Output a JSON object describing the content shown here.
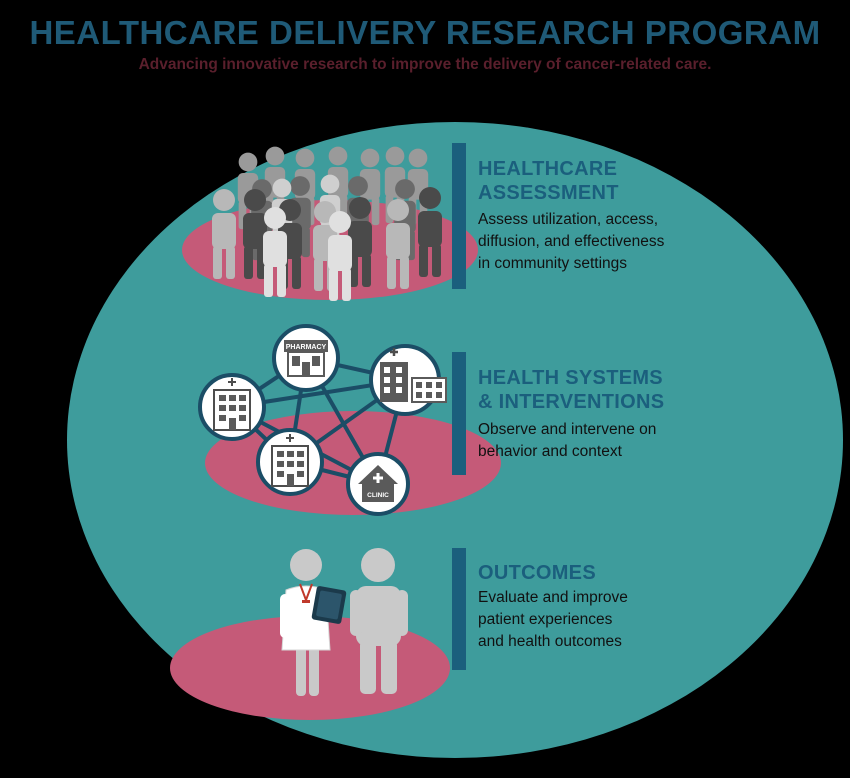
{
  "header": {
    "title": "HEALTHCARE DELIVERY RESEARCH PROGRAM",
    "subtitle": "Advancing innovative research to improve the delivery of cancer-related care."
  },
  "sections": [
    {
      "heading": [
        "HEALTHCARE",
        "ASSESSMENT"
      ],
      "description": [
        "Assess utilization, access,",
        "diffusion, and effectiveness",
        "in community settings"
      ],
      "icon": "crowd-icon"
    },
    {
      "heading": [
        "HEALTH SYSTEMS",
        "& INTERVENTIONS"
      ],
      "description": [
        "Observe and intervene on",
        "behavior and context"
      ],
      "icon": "network-icon"
    },
    {
      "heading": [
        "OUTCOMES"
      ],
      "description": [
        "Evaluate and improve",
        "patient experiences",
        "and health outcomes"
      ],
      "icon": "doctor-patient-icon"
    }
  ],
  "icon_labels": {
    "pharmacy": "PHARMACY",
    "clinic": "CLINIC"
  },
  "colors": {
    "background": "#000000",
    "circle": "#3e9c9c",
    "platform": "#c55a78",
    "accent": "#1b5f7d",
    "subtitle": "#5a1f2c"
  }
}
